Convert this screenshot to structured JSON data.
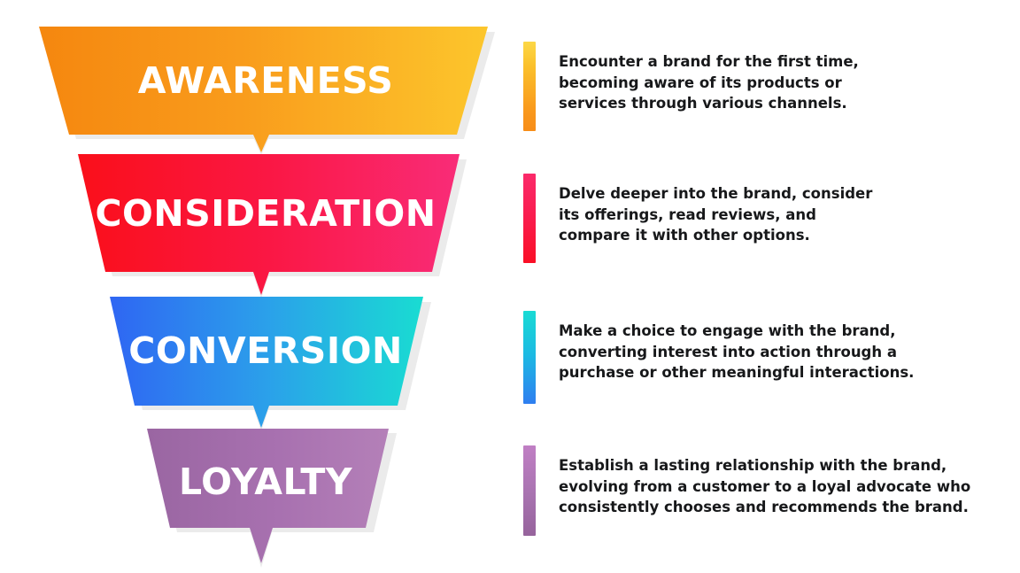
{
  "diagram": {
    "type": "marketing-funnel",
    "background": "#ffffff",
    "stages": [
      {
        "id": "awareness",
        "label": "AWARENESS",
        "order": 1,
        "description": "Encounter a brand for the first time,\nbecoming aware of its products or\nservices through various channels.",
        "colors": {
          "gradient_from": "#f68a15",
          "gradient_to": "#fbc42a",
          "accent_from": "#fcd846",
          "accent_to": "#f78d18"
        }
      },
      {
        "id": "consideration",
        "label": "CONSIDERATION",
        "order": 2,
        "description": "Delve deeper into the brand, consider\nits offerings, read reviews, and\ncompare it with other options.",
        "colors": {
          "gradient_from": "#fa0f1e",
          "gradient_to": "#f92a72",
          "accent_from": "#fb2a6a",
          "accent_to": "#fa0f26"
        }
      },
      {
        "id": "conversion",
        "label": "CONVERSION",
        "order": 3,
        "description": "Make a choice to engage with the brand,\nconverting interest into action through a\npurchase or other meaningful interactions.",
        "colors": {
          "gradient_from": "#2f6df2",
          "gradient_to": "#19dcd2",
          "accent_from": "#19dbd4",
          "accent_to": "#2f7ef0"
        }
      },
      {
        "id": "loyalty",
        "label": "LOYALTY",
        "order": 4,
        "description": "Establish a lasting relationship with the brand,\nevolving from a customer to a loyal advocate who\nconsistently chooses and recommends the brand.",
        "colors": {
          "gradient_from": "#9c69a4",
          "gradient_to": "#b07bb4",
          "accent_from": "#c07fc4",
          "accent_to": "#96639c"
        }
      }
    ],
    "shadow_color": "#ebebeb",
    "label_color": "#ffffff",
    "description_color": "#17181a"
  }
}
